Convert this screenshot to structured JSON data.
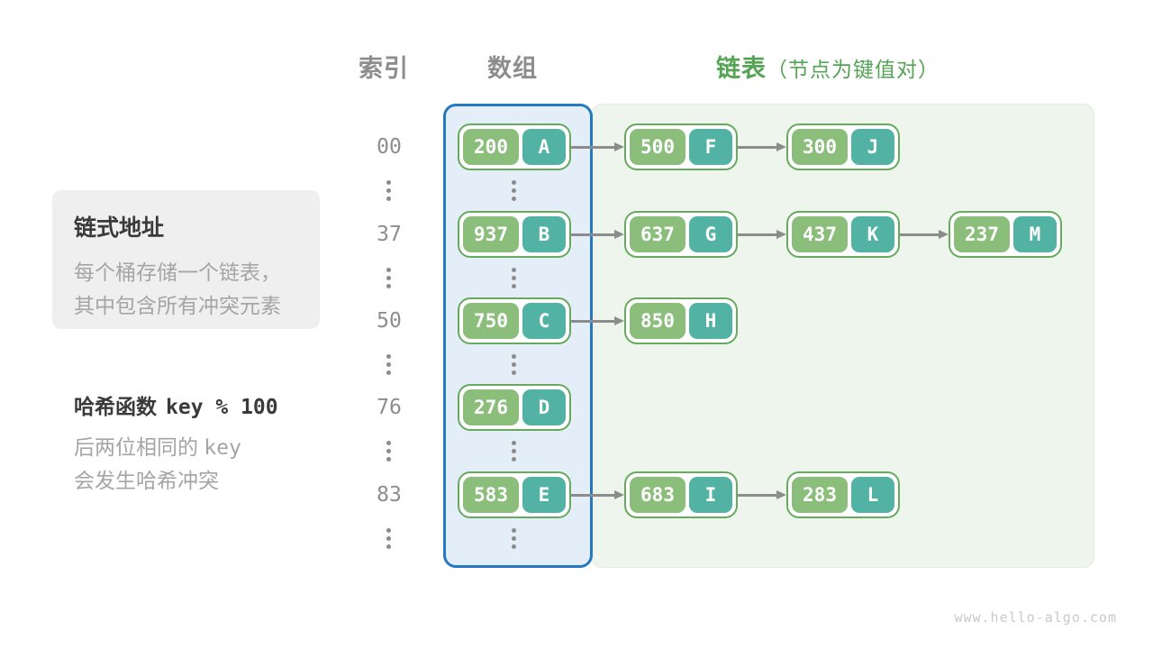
{
  "headers": {
    "index": "索引",
    "array": "数组",
    "list": "链表",
    "list_note": "（节点为键值对）"
  },
  "note_box": {
    "title": "链式地址",
    "line1": "每个桶存储一个链表，",
    "line2": "其中包含所有冲突元素"
  },
  "hash_note": {
    "label": "哈希函数",
    "formula": "key % 100",
    "line1_prefix": "后两位相同的 ",
    "line1_code": "key",
    "line2": "会发生哈希冲突"
  },
  "rows": [
    {
      "index": "00",
      "bucket": {
        "key": "200",
        "value": "A"
      },
      "chain": [
        {
          "key": "500",
          "value": "F"
        },
        {
          "key": "300",
          "value": "J"
        }
      ]
    },
    {
      "index": "37",
      "bucket": {
        "key": "937",
        "value": "B"
      },
      "chain": [
        {
          "key": "637",
          "value": "G"
        },
        {
          "key": "437",
          "value": "K"
        },
        {
          "key": "237",
          "value": "M"
        }
      ]
    },
    {
      "index": "50",
      "bucket": {
        "key": "750",
        "value": "C"
      },
      "chain": [
        {
          "key": "850",
          "value": "H"
        }
      ]
    },
    {
      "index": "76",
      "bucket": {
        "key": "276",
        "value": "D"
      },
      "chain": []
    },
    {
      "index": "83",
      "bucket": {
        "key": "583",
        "value": "E"
      },
      "chain": [
        {
          "key": "683",
          "value": "I"
        },
        {
          "key": "283",
          "value": "L"
        }
      ]
    }
  ],
  "footer": {
    "site": "www.hello-algo.com"
  },
  "colors": {
    "key_green": "#8bbd7b",
    "value_teal": "#52b3a4",
    "node_border": "#67aa5e",
    "array_border": "#2579c1",
    "array_fill": "#e3eef8",
    "list_fill": "#eef5ec",
    "header_green": "#55a455",
    "muted_gray": "#8d8d8d"
  }
}
